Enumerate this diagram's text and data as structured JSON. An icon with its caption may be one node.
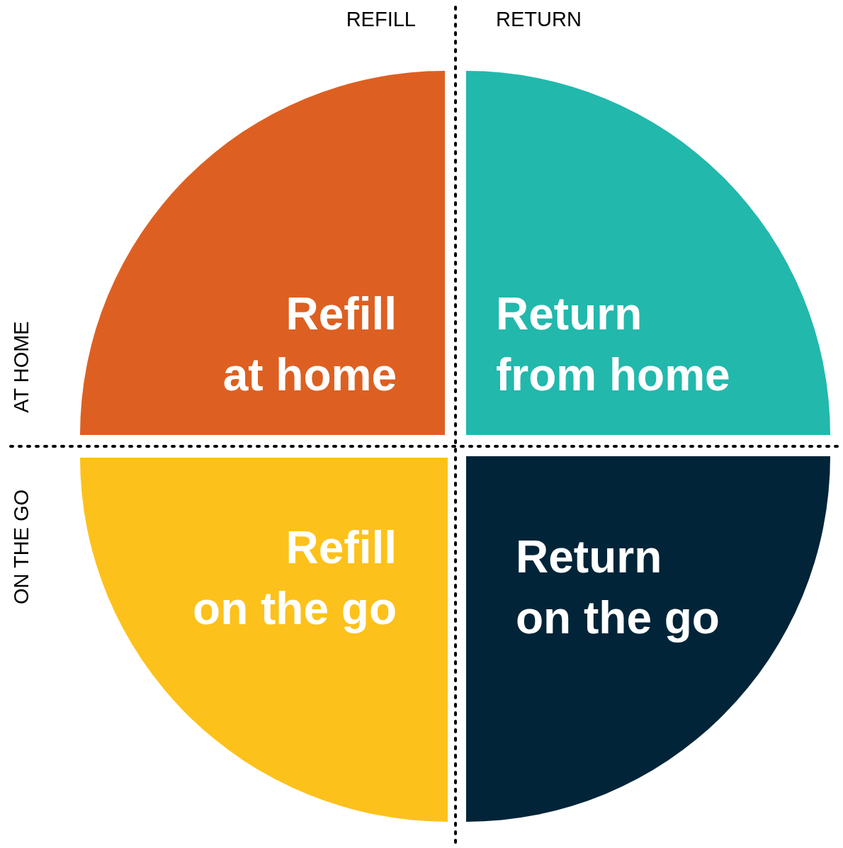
{
  "diagram": {
    "nodes": [
      {
        "text": [
          "Refill at home"
        ]
      },
      {
        "text": [
          "Return from home"
        ]
      },
      {
        "text": [
          "Refill on the go"
        ]
      },
      {
        "text": [
          "Return on the go"
        ]
      }
    ],
    "labels": [
      "REFILL",
      "RETURN",
      "AT HOME",
      "ON THE GO"
    ]
  }
}
